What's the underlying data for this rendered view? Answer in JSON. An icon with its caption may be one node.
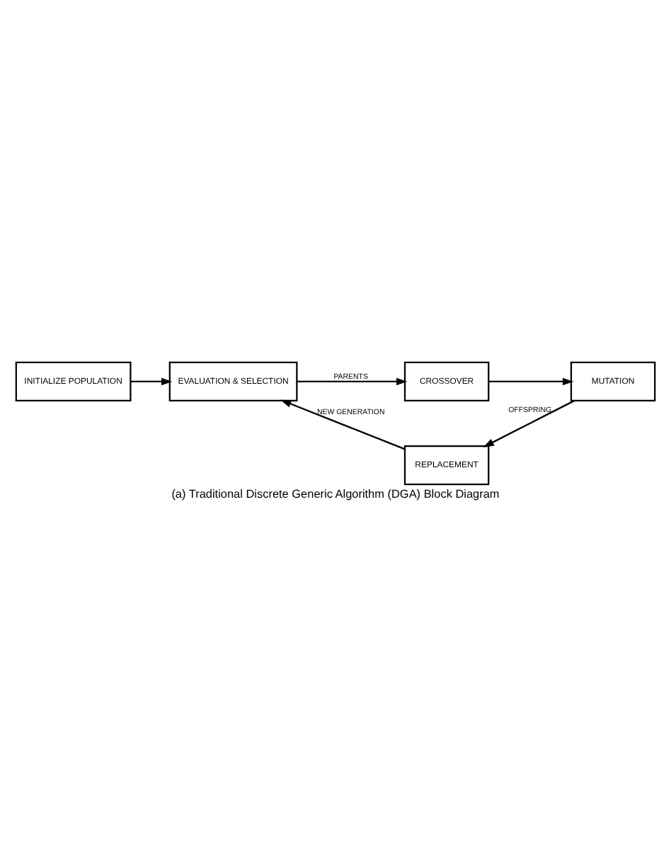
{
  "diagram": {
    "caption": "(a) Traditional Discrete Generic Algorithm (DGA) Block Diagram",
    "nodes": [
      {
        "text": [
          "INITIALIZE POPULATION"
        ]
      },
      {
        "text": [
          "EVALUATION & SELECTION"
        ]
      },
      {
        "text": [
          "CROSSOVER"
        ]
      },
      {
        "text": [
          "MUTATION"
        ]
      },
      {
        "text": [
          "REPLACEMENT"
        ]
      }
    ],
    "edges": [
      {
        "from": 0,
        "to": 1,
        "arrow": "to"
      },
      {
        "from": 1,
        "to": 2,
        "arrow": "to",
        "label": "PARENTS"
      },
      {
        "from": 2,
        "to": 3,
        "arrow": "to"
      },
      {
        "from": 3,
        "to": 4,
        "arrow": "to",
        "label": "OFFSPRING"
      },
      {
        "from": 4,
        "to": 1,
        "arrow": "to",
        "label": "NEW GENERATION"
      }
    ]
  }
}
